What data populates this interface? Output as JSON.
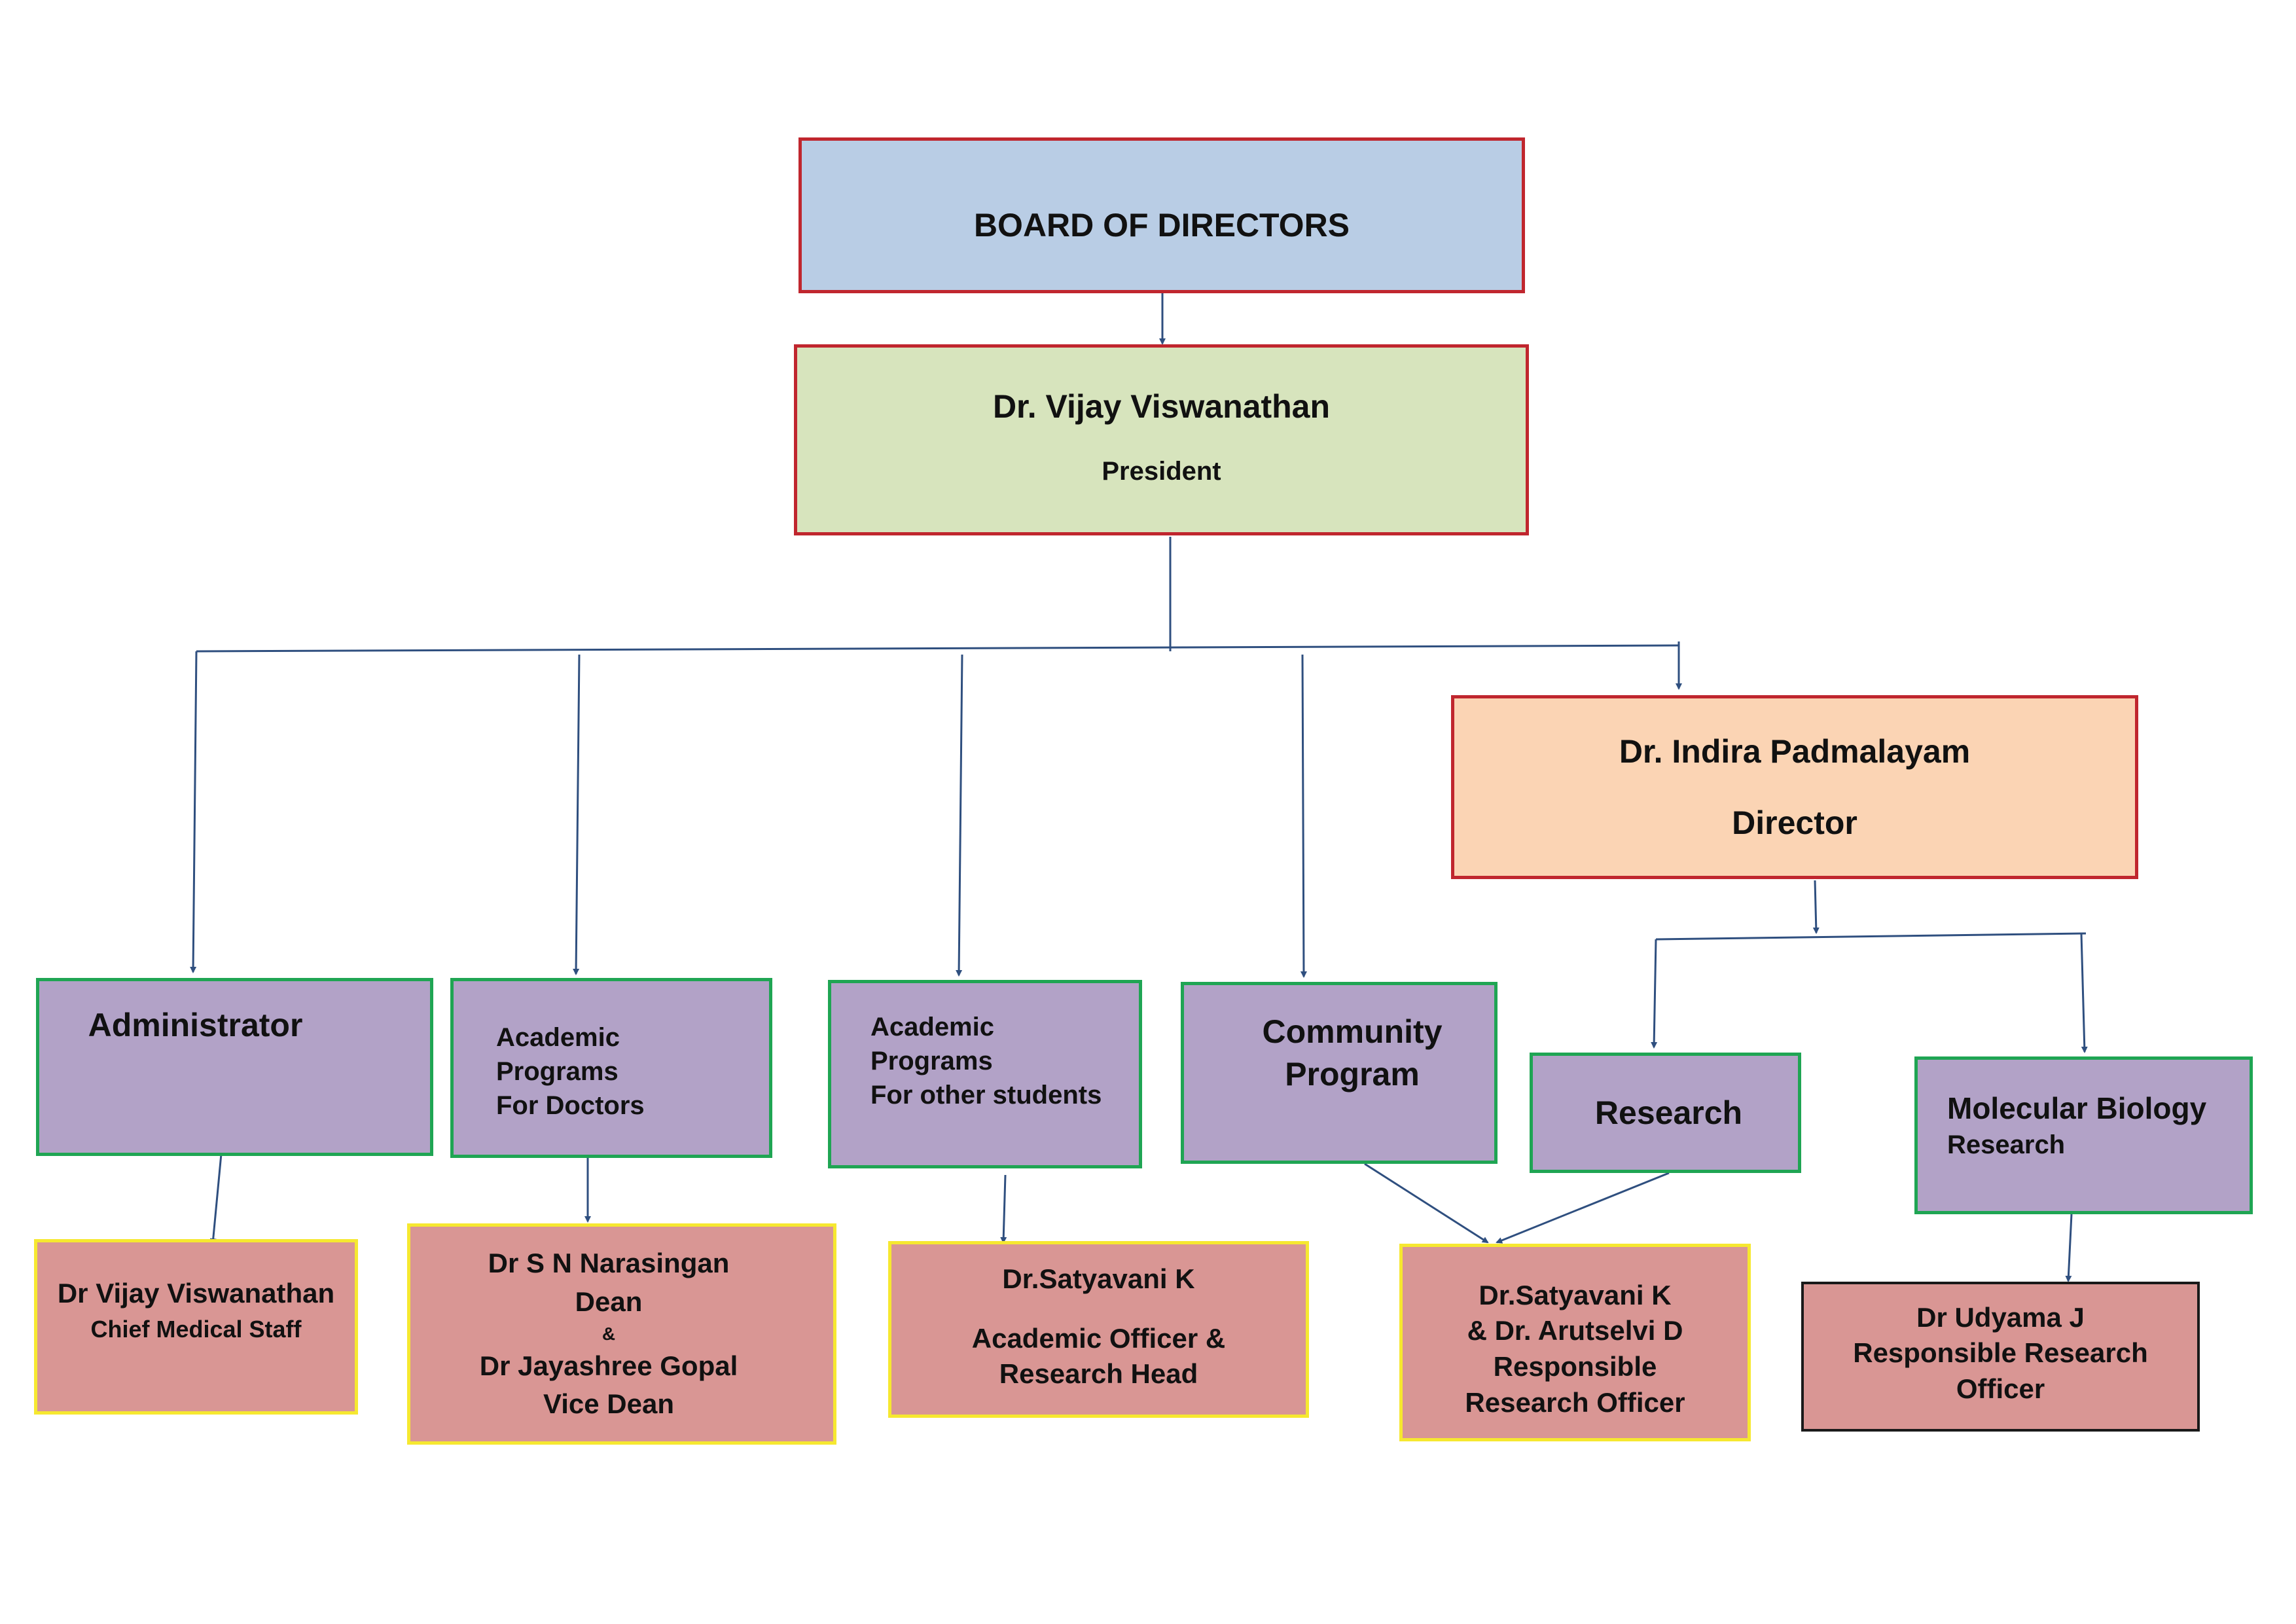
{
  "chart": {
    "board": {
      "title": "BOARD OF DIRECTORS"
    },
    "president": {
      "name": "Dr. Vijay Viswanathan",
      "role": "President"
    },
    "director": {
      "name": "Dr. Indira Padmalayam",
      "role": "Director"
    },
    "departments": {
      "administrator": {
        "label": "Administrator"
      },
      "academic_doctors": {
        "line1": "Academic",
        "line2": "Programs",
        "line3": "For Doctors"
      },
      "academic_students": {
        "line1": "Academic",
        "line2": "Programs",
        "line3": "For other students"
      },
      "community": {
        "line1": "Community",
        "line2": "Program"
      },
      "research": {
        "label": "Research"
      },
      "molecular_biology": {
        "line1": "Molecular Biology",
        "line2": "Research"
      }
    },
    "people": {
      "admin_head": {
        "name": "Dr Vijay Viswanathan",
        "role": "Chief Medical Staff"
      },
      "dean_office": {
        "dean_name": "Dr S N Narasingan",
        "dean_role": "Dean",
        "joiner": "&",
        "vice_name": "Dr Jayashree Gopal",
        "vice_role": "Vice Dean"
      },
      "academic_officer": {
        "name": "Dr.Satyavani K",
        "role_line1": "Academic Officer &",
        "role_line2": "Research Head"
      },
      "research_officers": {
        "line1": "Dr.Satyavani K",
        "line2": "& Dr. Arutselvi D",
        "line3": "Responsible",
        "line4": "Research Officer"
      },
      "mb_officer": {
        "line1": "Dr Udyama J",
        "line2": "Responsible Research",
        "line3": "Officer"
      }
    }
  },
  "colors": {
    "connector": "#2f4f7f",
    "board_fill": "#b9cde5",
    "president_fill": "#d7e4bd",
    "director_fill": "#fbd4b4",
    "department_fill": "#b2a2c7",
    "person_fill": "#d99694",
    "red_border": "#c0262e",
    "green_border": "#1fa553",
    "yellow_border": "#f6e830"
  }
}
